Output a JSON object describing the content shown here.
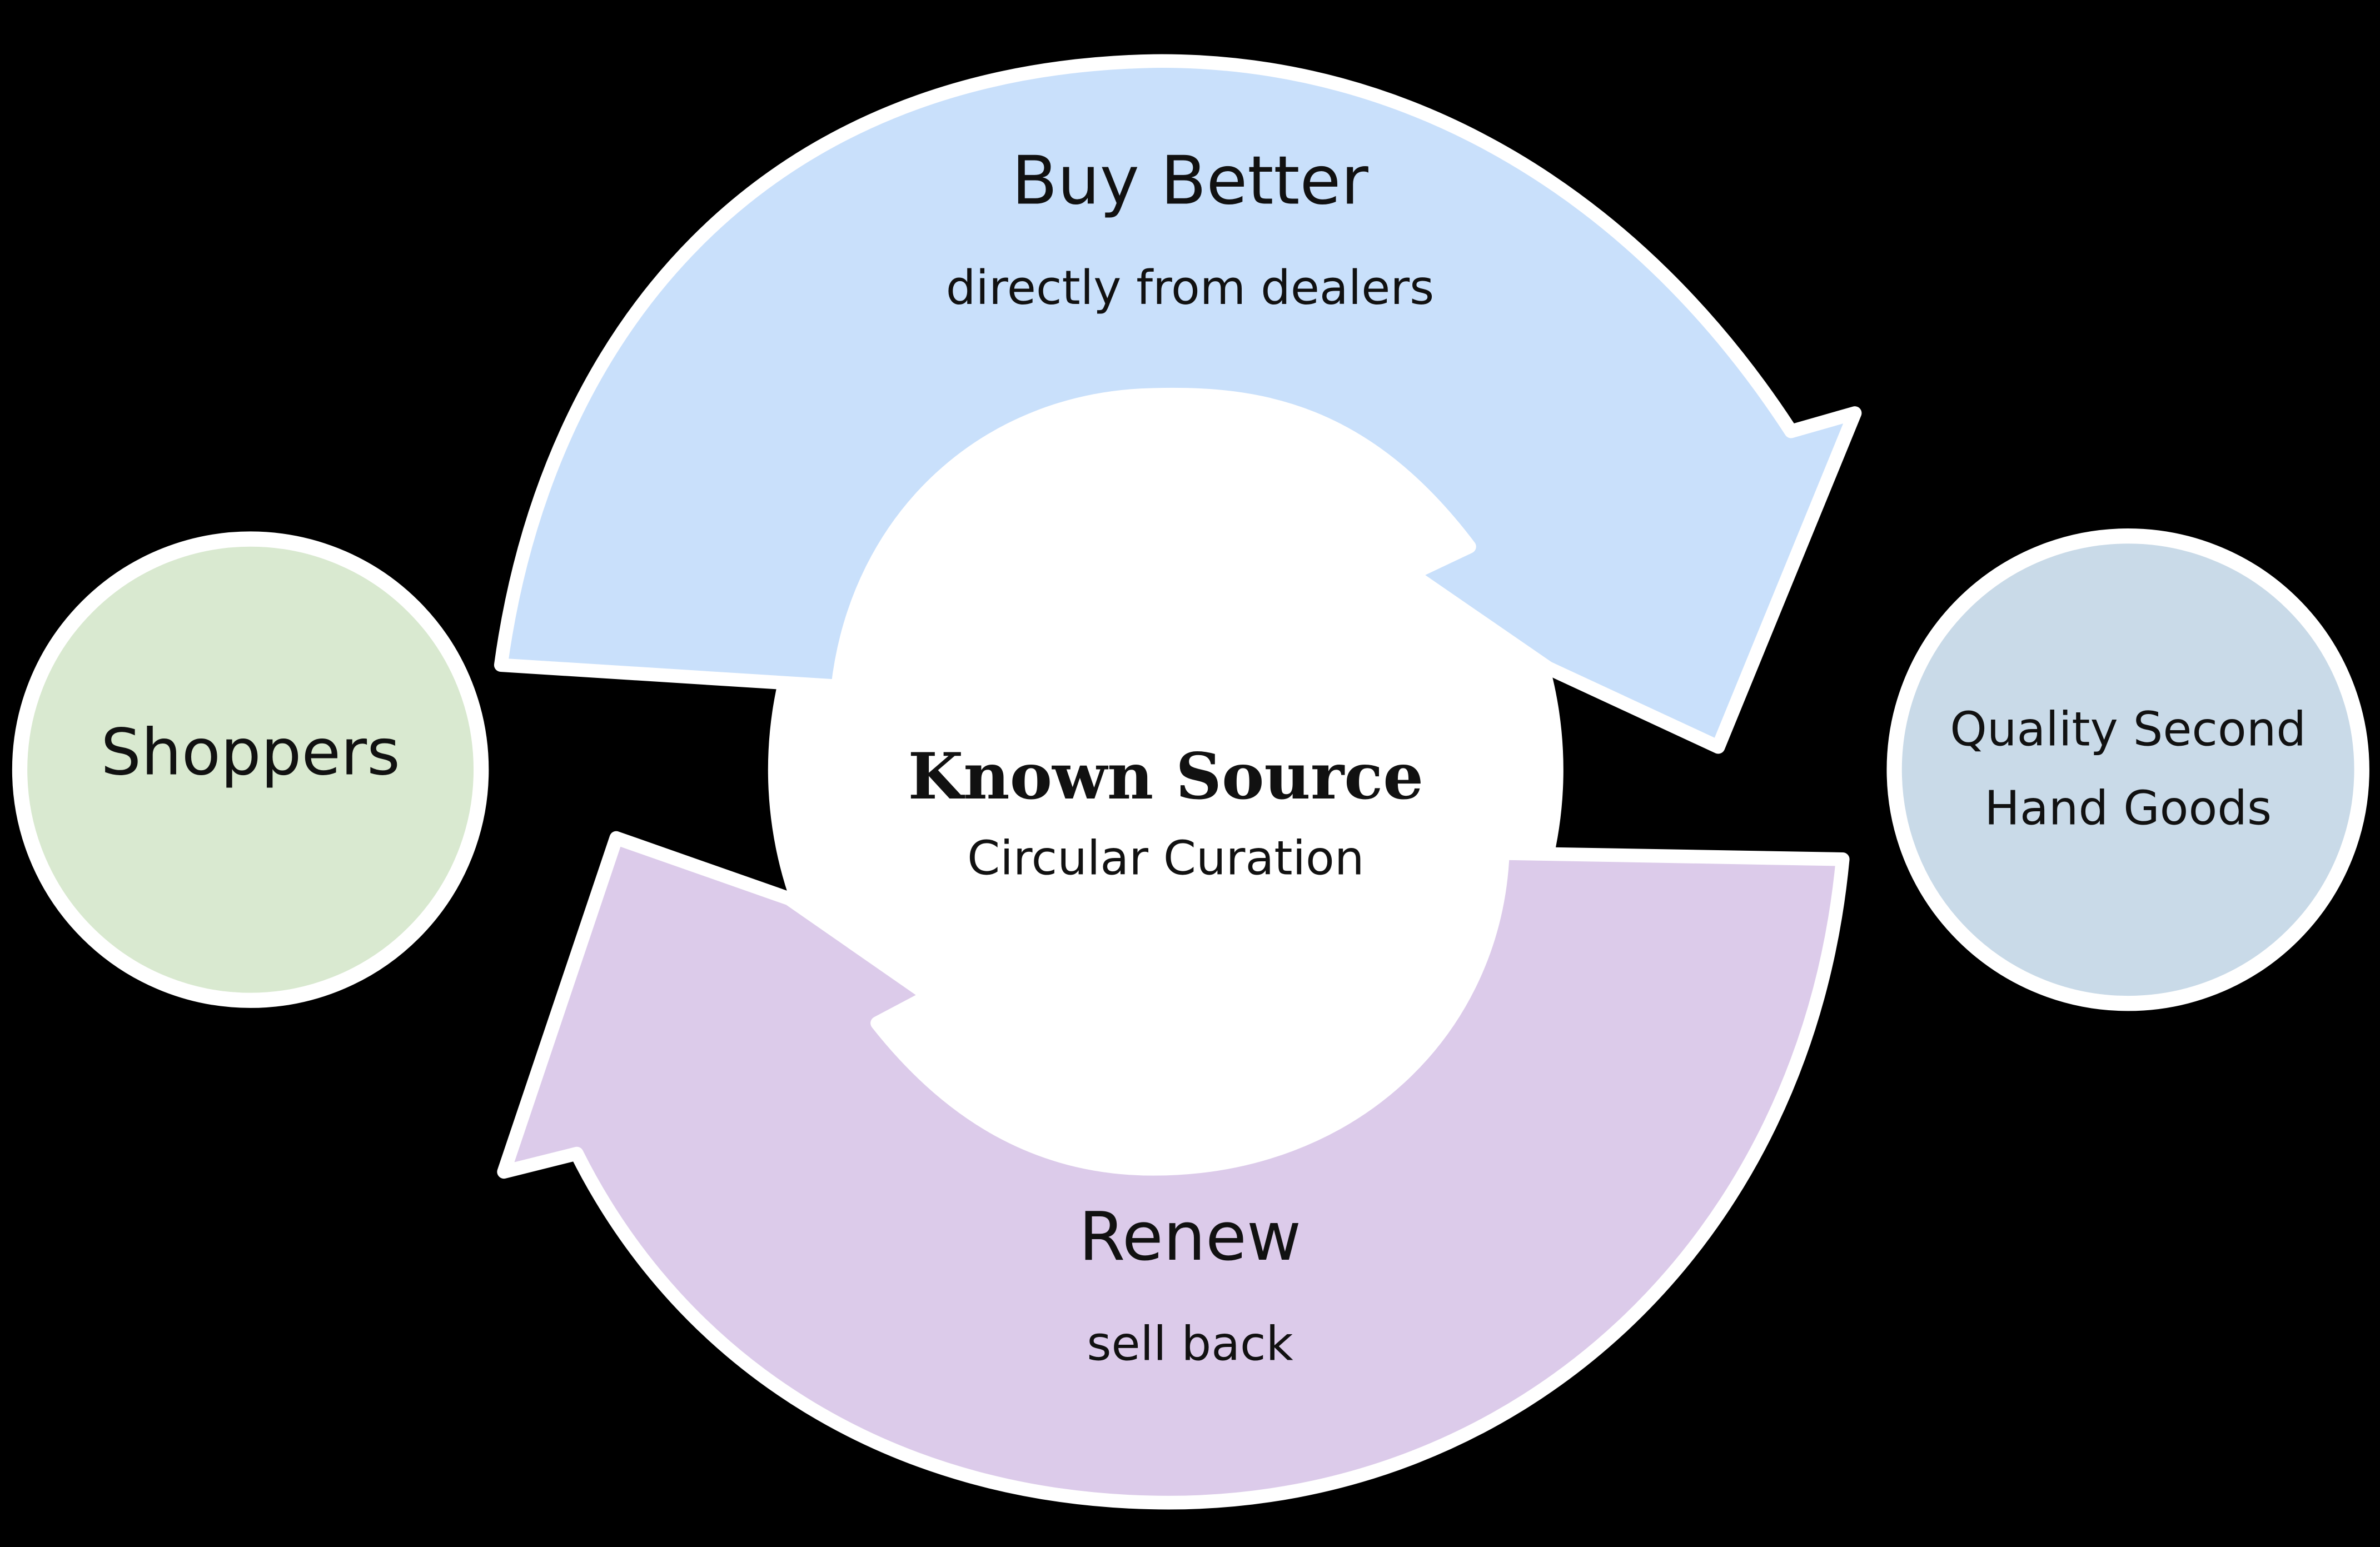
{
  "colors": {
    "background": "#000000",
    "outline": "#ffffff",
    "center_fill": "#ffffff",
    "buy_arrow_fill": "#c9e0fb",
    "renew_arrow_fill": "#dccbea",
    "shoppers_fill": "#d9e9d0",
    "goods_fill": "#c9dae8",
    "text": "#111111"
  },
  "center": {
    "title": "Known Source",
    "subtitle": "Circular Curation"
  },
  "buy_arrow": {
    "title": "Buy Better",
    "subtitle": "directly from dealers"
  },
  "renew_arrow": {
    "title": "Renew",
    "subtitle": "sell back"
  },
  "shoppers": {
    "label": "Shoppers"
  },
  "goods": {
    "line1": "Quality Second",
    "line2": "Hand Goods"
  }
}
